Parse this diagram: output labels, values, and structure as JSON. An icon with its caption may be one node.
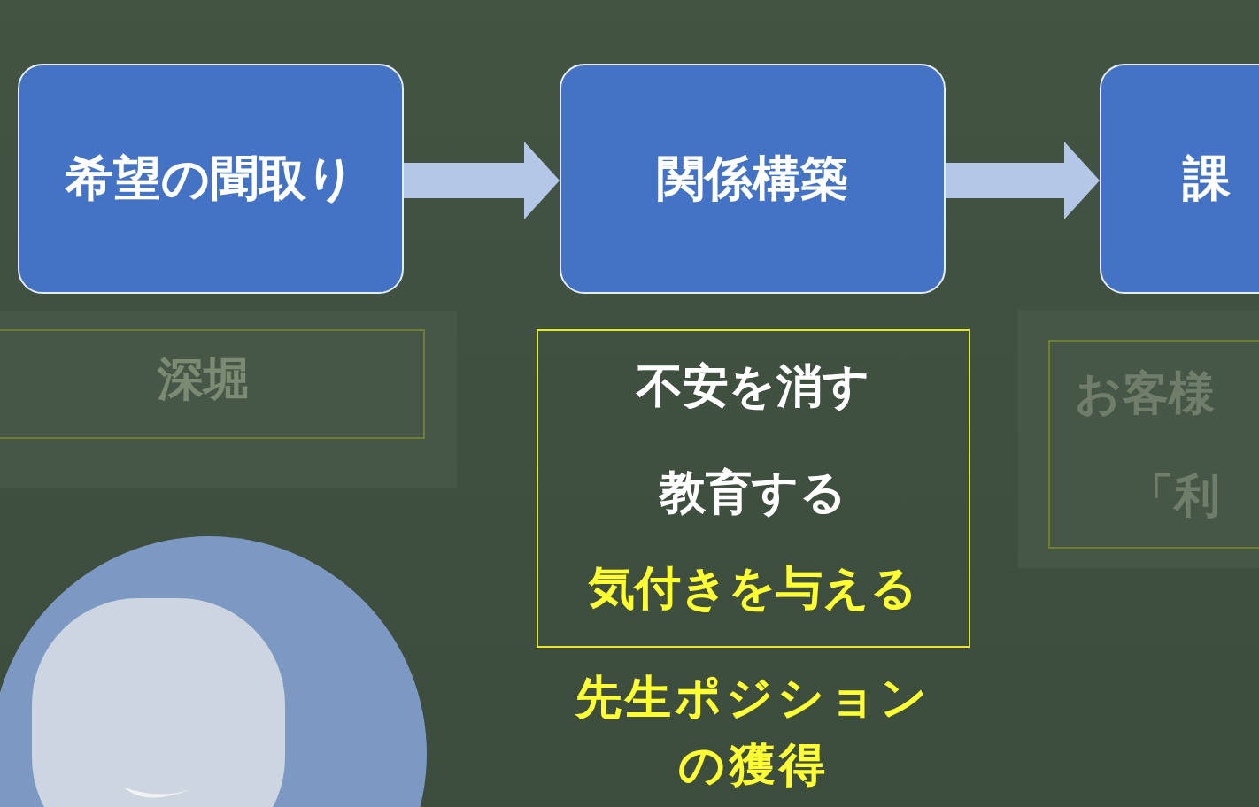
{
  "diagram": {
    "nodes": [
      {
        "text": [
          "希望の聞取り"
        ]
      },
      {
        "text": [
          "関係構築"
        ]
      },
      {
        "text": [
          "課"
        ]
      },
      {
        "text": [
          "深堀"
        ]
      },
      {
        "text": [
          "不安を消す",
          "教育する",
          "気付きを与える"
        ],
        "beside": [
          "先生ポジションの獲得"
        ]
      },
      {
        "text": [
          "お客様",
          "「利"
        ]
      }
    ],
    "edges": [
      {
        "from": 0,
        "to": 1,
        "arrow": "to"
      },
      {
        "from": 1,
        "to": 2,
        "arrow": "to"
      }
    ]
  }
}
